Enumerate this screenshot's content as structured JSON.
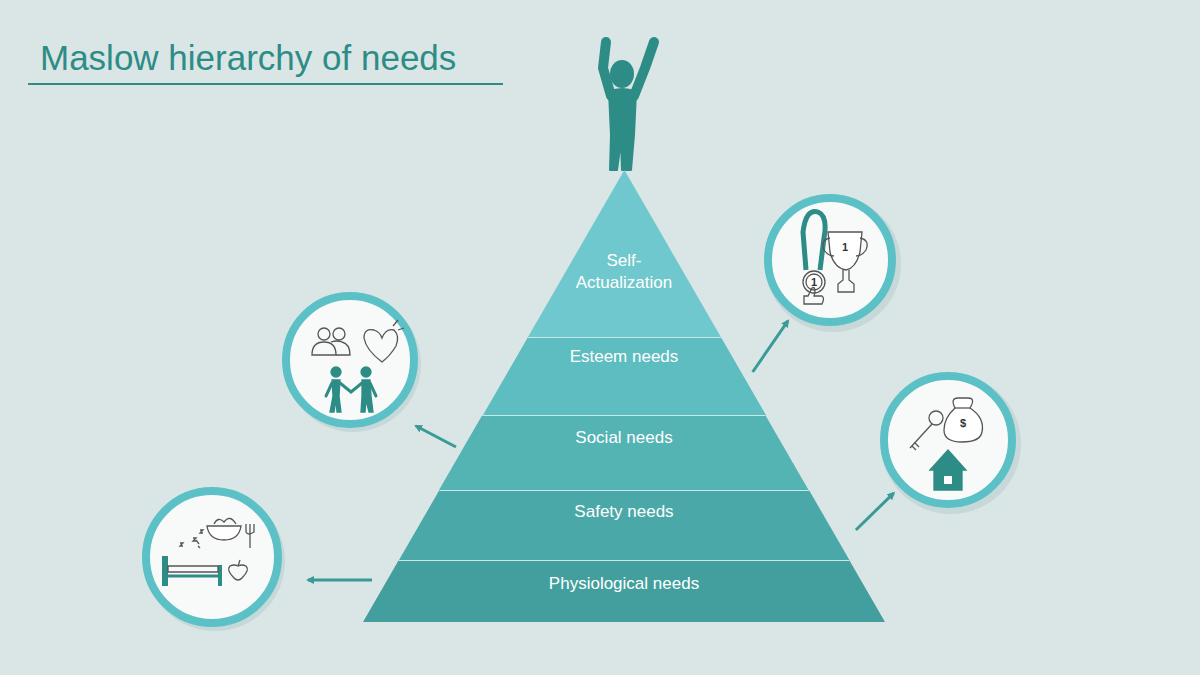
{
  "diagram": {
    "title": "Maslow hierarchy of needs",
    "nodes": [
      {
        "text": [
          "Self- Actualization"
        ]
      },
      {
        "text": [
          "Esteem needs"
        ]
      },
      {
        "text": [
          "Social needs"
        ]
      },
      {
        "text": [
          "Safety needs"
        ]
      },
      {
        "text": [
          "Physiological needs"
        ]
      },
      {
        "text": [
          "1",
          "1"
        ]
      },
      {
        "text": [
          "$"
        ]
      }
    ],
    "edges": [
      {
        "from": 1,
        "to": 5,
        "arrow": "to"
      },
      {
        "from": 3,
        "to": 6,
        "arrow": "to"
      }
    ]
  }
}
